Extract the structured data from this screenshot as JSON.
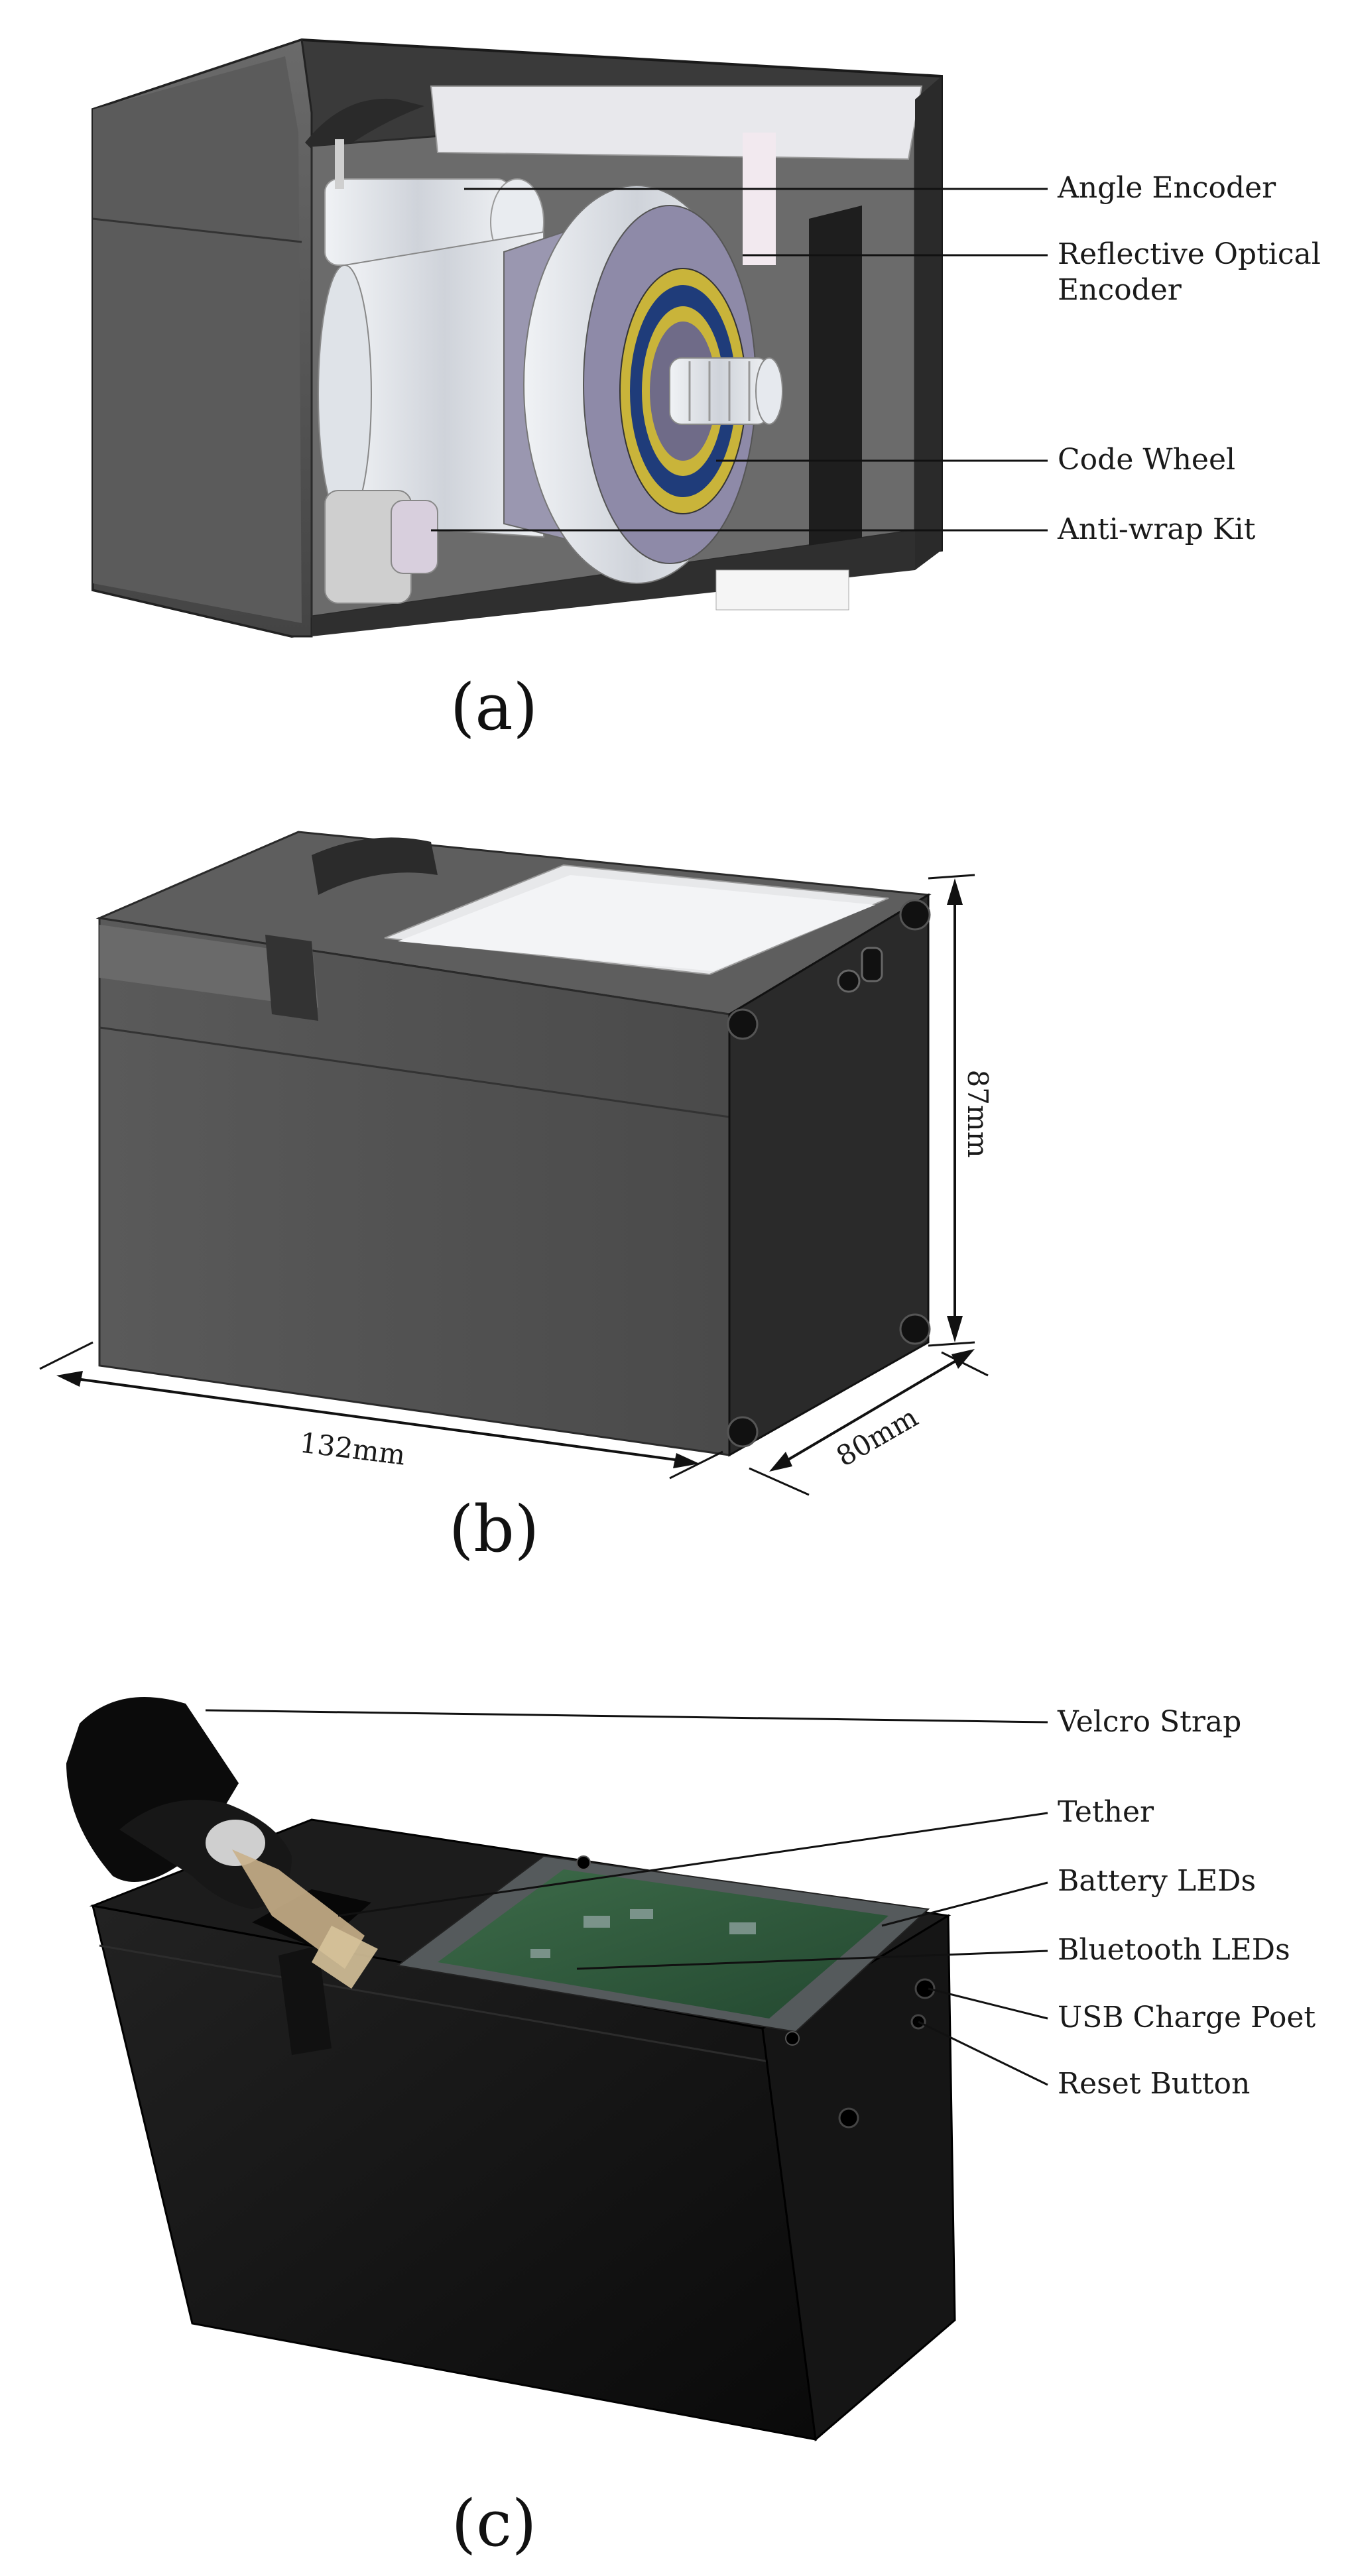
{
  "panels": [
    {
      "caption": "(a)",
      "callouts": [
        {
          "text": "Angle Encoder"
        },
        {
          "text": "Reflective Optical"
        },
        {
          "text": "Encoder"
        },
        {
          "text": "Code Wheel"
        },
        {
          "text": "Anti-wrap Kit"
        }
      ]
    },
    {
      "caption": "(b)",
      "dimensions": {
        "height": "87mm",
        "width": "132mm",
        "depth": "80mm"
      }
    },
    {
      "caption": "(c)",
      "callouts": [
        {
          "text": "Velcro Strap"
        },
        {
          "text": "Tether"
        },
        {
          "text": "Battery LEDs"
        },
        {
          "text": "Bluetooth LEDs"
        },
        {
          "text": "USB Charge Poet"
        },
        {
          "text": "Reset Button"
        }
      ]
    }
  ],
  "colors": {
    "housing_gray": "#4a4a4a",
    "housing_black": "#111111",
    "metal": "#d9dde3",
    "code_wheel_blue": "#1f3c7a",
    "code_wheel_yellow": "#c9b43a",
    "pcb_green": "#2e5a3a"
  }
}
